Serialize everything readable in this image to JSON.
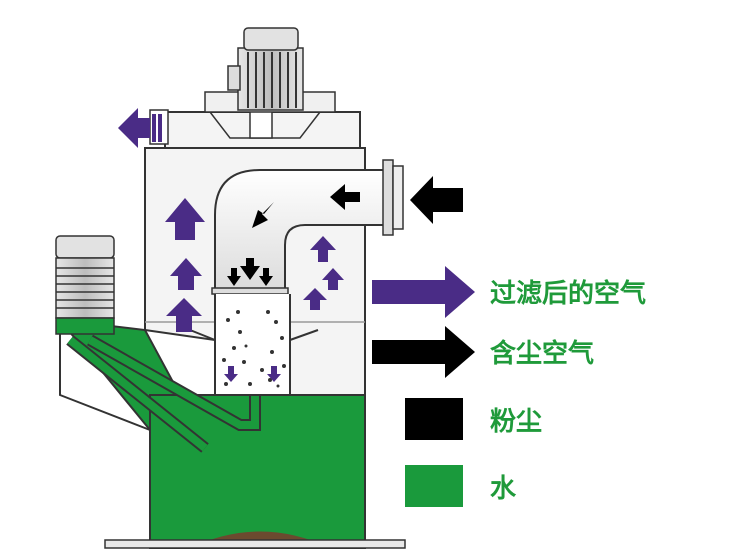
{
  "legend": {
    "filtered_air": "过滤后的空气",
    "dusty_air": "含尘空气",
    "dust": "粉尘",
    "water": "水"
  },
  "colors": {
    "filtered_air": "#4a2c86",
    "dusty_air": "#000000",
    "dust": "#000000",
    "water": "#1a9a3c",
    "label_text": "#1f9a3a",
    "sludge": "#6b4a2f",
    "housing": "#f4f4f4",
    "outline": "#333333"
  }
}
